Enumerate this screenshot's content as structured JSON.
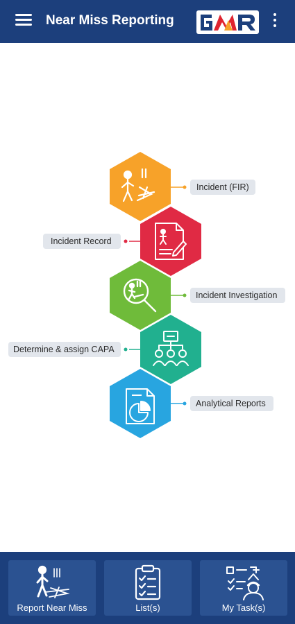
{
  "appbar": {
    "title": "Near Miss Reporting",
    "logo_text": "GMR",
    "menu_icon": "hamburger-menu-icon",
    "more_icon": "more-vert-icon",
    "background": "#1c3f7c"
  },
  "process": {
    "steps": [
      {
        "label": "Incident (FIR)",
        "color": "#f7a229",
        "icon": "worker-tripping-icon"
      },
      {
        "label": "Incident Record",
        "color": "#e02a44",
        "icon": "record-document-icon"
      },
      {
        "label": "Incident Investigation",
        "color": "#6fbb3a",
        "icon": "magnifier-investigation-icon"
      },
      {
        "label": "Determine & assign CAPA",
        "color": "#21b08f",
        "icon": "team-assign-icon"
      },
      {
        "label": "Analytical Reports",
        "color": "#28a5e0",
        "icon": "report-chart-icon"
      }
    ]
  },
  "bottom_nav": {
    "items": [
      {
        "label": "Report Near Miss",
        "icon": "report-near-miss-icon"
      },
      {
        "label": "List(s)",
        "icon": "checklist-icon"
      },
      {
        "label": "My Task(s)",
        "icon": "my-tasks-icon"
      }
    ]
  }
}
